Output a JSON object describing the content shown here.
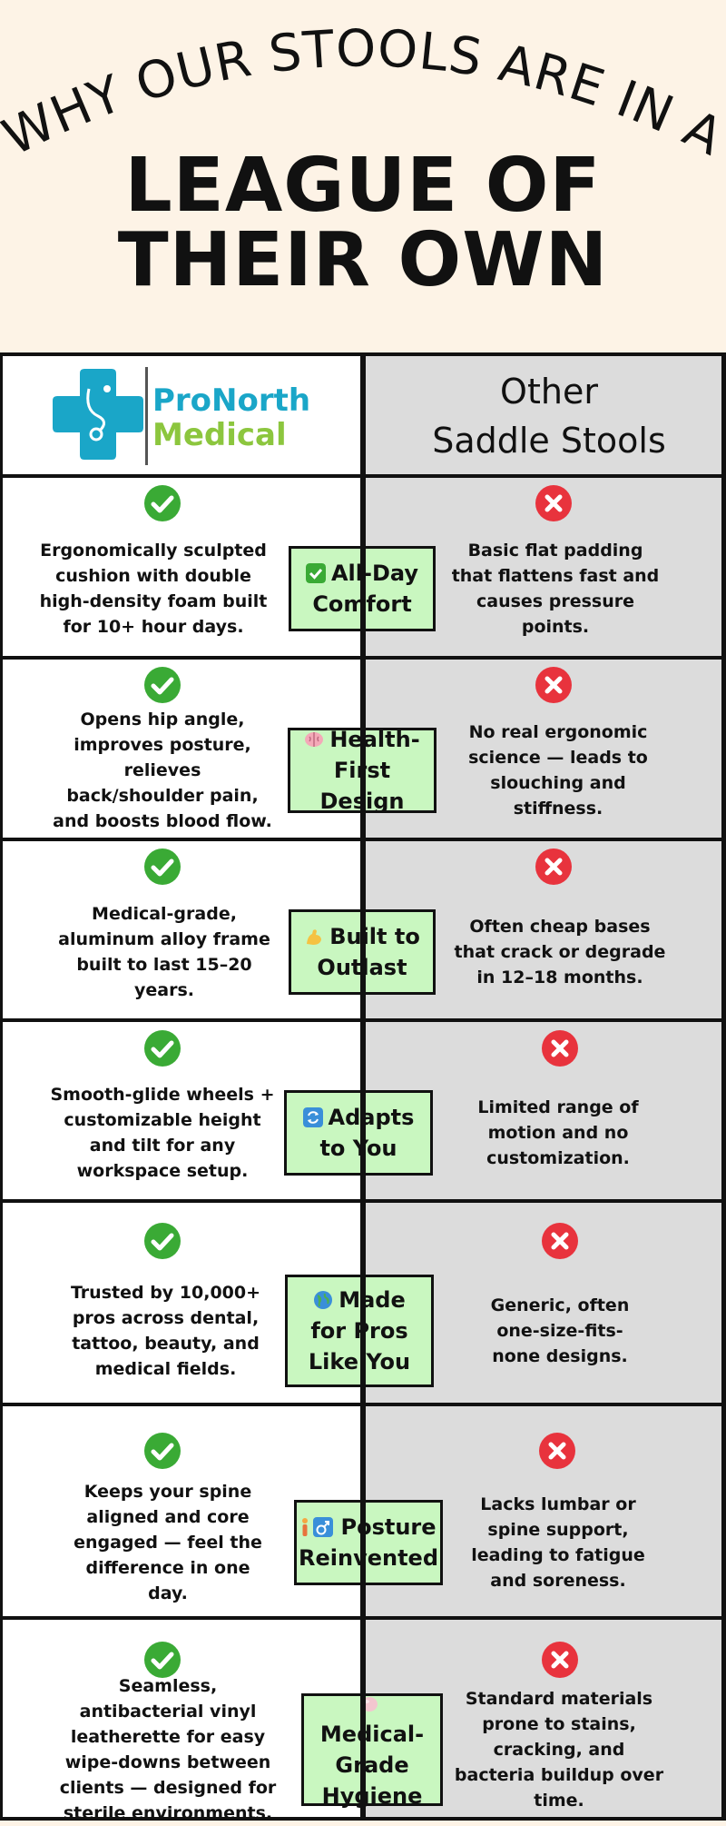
{
  "header": {
    "arc_text": "WHY OUR STOOLS ARE IN A",
    "title_line1": "LEAGUE OF",
    "title_line2": "THEIR OWN"
  },
  "table": {
    "brand": {
      "word1": "ProNorth",
      "word2": "Medical",
      "logo_color": "#1aa6c8",
      "word2_color": "#8cc63e"
    },
    "other_header_line1": "Other",
    "other_header_line2": "Saddle Stools",
    "rows": [
      {
        "left": "Ergonomically sculpted cushion with double high-density foam built for 10+ hour days.",
        "badge_icon": "check-box-icon",
        "badge": "All-Day Comfort",
        "right": "Basic flat padding that flattens fast and causes pressure points."
      },
      {
        "left": "Opens hip angle, improves posture, relieves back/shoulder pain, and boosts blood flow.",
        "badge_icon": "brain-icon",
        "badge": "Health-First Design",
        "right": "No real ergonomic science — leads to slouching and stiffness."
      },
      {
        "left": "Medical-grade, aluminum alloy frame built to last 15–20 years.",
        "badge_icon": "flexed-arm-icon",
        "badge": "Built to Outlast",
        "right": "Often cheap bases that crack or degrade in 12–18 months."
      },
      {
        "left": "Smooth-glide wheels + customizable height and tilt for any workspace setup.",
        "badge_icon": "refresh-arrows-icon",
        "badge": "Adapts to You",
        "right": "Limited range of motion and no customization."
      },
      {
        "left": "Trusted by 10,000+ pros across dental, tattoo, beauty, and medical fields.",
        "badge_icon": "globe-icon",
        "badge": "Made for Pros Like You",
        "right": "Generic, often one-size-fits-none designs."
      },
      {
        "left": "Keeps your spine aligned and core engaged — feel the difference in one day.",
        "badge_icon": "person-standing-male-icon",
        "badge": "Posture Reinvented",
        "right": "Lacks lumbar or spine support, leading to fatigue and soreness."
      },
      {
        "left": "Seamless, antibacterial vinyl leatherette for easy wipe-downs between clients — designed for sterile environments.",
        "badge_icon": "soap-icon",
        "badge": "Medical-Grade Hygiene",
        "right": "Standard materials prone to stains, cracking, and bacteria buildup over time."
      }
    ]
  },
  "colors": {
    "background": "#fdf3e6",
    "badge_fill": "#c9f7c0",
    "check_green": "#3aaa35",
    "cross_red": "#e8333d",
    "other_column": "#dcdcdc"
  }
}
